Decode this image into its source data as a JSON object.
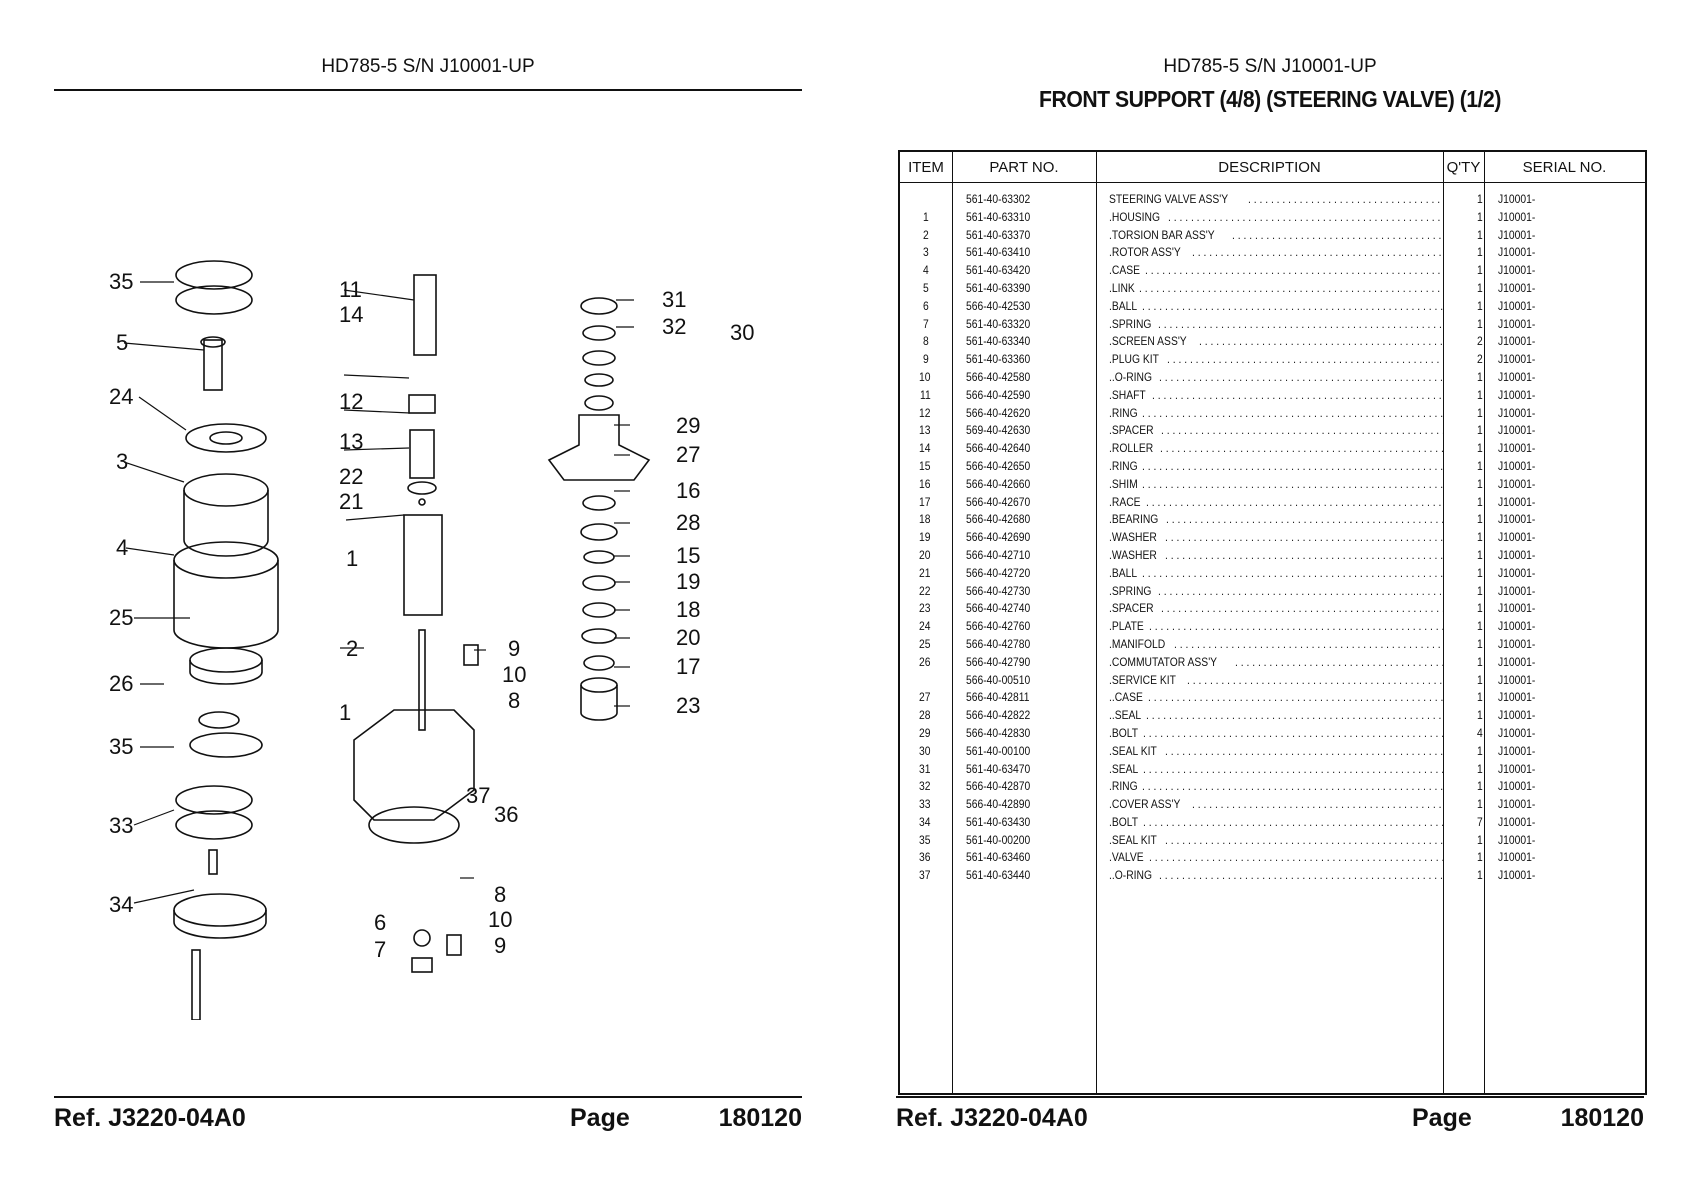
{
  "left_page": {
    "header": "HD785-5 S/N J10001-UP",
    "footer": {
      "ref_label": "Ref.",
      "ref_value": "J3220-04A0",
      "page_label": "Page",
      "page_value": "180120"
    },
    "diagram_callouts": [
      "35",
      "5",
      "24",
      "3",
      "4",
      "25",
      "26",
      "35",
      "33",
      "34",
      "11",
      "14",
      "12",
      "13",
      "22",
      "21",
      "1",
      "2",
      "1",
      "9",
      "10",
      "8",
      "37",
      "36",
      "8",
      "6",
      "10",
      "7",
      "9",
      "31",
      "32",
      "30",
      "29",
      "27",
      "16",
      "28",
      "15",
      "19",
      "18",
      "20",
      "17",
      "23"
    ]
  },
  "right_page": {
    "header": "HD785-5 S/N J10001-UP",
    "section_title": "FRONT SUPPORT (4/8) (STEERING VALVE) (1/2)",
    "footer": {
      "ref_label": "Ref.",
      "ref_value": "J3220-04A0",
      "page_label": "Page",
      "page_value": "180120"
    },
    "table": {
      "columns": [
        "ITEM",
        "PART NO.",
        "DESCRIPTION",
        "Q'TY",
        "SERIAL NO."
      ],
      "rows": [
        {
          "item": "",
          "part": "561-40-63302",
          "desc": "STEERING VALVE ASS'Y",
          "qty": "1",
          "serial": "J10001-"
        },
        {
          "item": "1",
          "part": "561-40-63310",
          "desc": ".HOUSING",
          "qty": "1",
          "serial": "J10001-"
        },
        {
          "item": "2",
          "part": "561-40-63370",
          "desc": ".TORSION BAR ASS'Y",
          "qty": "1",
          "serial": "J10001-"
        },
        {
          "item": "3",
          "part": "561-40-63410",
          "desc": ".ROTOR ASS'Y",
          "qty": "1",
          "serial": "J10001-"
        },
        {
          "item": "4",
          "part": "561-40-63420",
          "desc": ".CASE",
          "qty": "1",
          "serial": "J10001-"
        },
        {
          "item": "5",
          "part": "561-40-63390",
          "desc": ".LINK",
          "qty": "1",
          "serial": "J10001-"
        },
        {
          "item": "6",
          "part": "566-40-42530",
          "desc": ".BALL",
          "qty": "1",
          "serial": "J10001-"
        },
        {
          "item": "7",
          "part": "561-40-63320",
          "desc": ".SPRING",
          "qty": "1",
          "serial": "J10001-"
        },
        {
          "item": "8",
          "part": "561-40-63340",
          "desc": ".SCREEN ASS'Y",
          "qty": "2",
          "serial": "J10001-"
        },
        {
          "item": "9",
          "part": "561-40-63360",
          "desc": ".PLUG KIT",
          "qty": "2",
          "serial": "J10001-"
        },
        {
          "item": "10",
          "part": "566-40-42580",
          "desc": "..O-RING",
          "qty": "1",
          "serial": "J10001-"
        },
        {
          "item": "11",
          "part": "566-40-42590",
          "desc": ".SHAFT",
          "qty": "1",
          "serial": "J10001-"
        },
        {
          "item": "12",
          "part": "566-40-42620",
          "desc": ".RING",
          "qty": "1",
          "serial": "J10001-"
        },
        {
          "item": "13",
          "part": "569-40-42630",
          "desc": ".SPACER",
          "qty": "1",
          "serial": "J10001-"
        },
        {
          "item": "14",
          "part": "566-40-42640",
          "desc": ".ROLLER",
          "qty": "1",
          "serial": "J10001-"
        },
        {
          "item": "15",
          "part": "566-40-42650",
          "desc": ".RING",
          "qty": "1",
          "serial": "J10001-"
        },
        {
          "item": "16",
          "part": "566-40-42660",
          "desc": ".SHIM",
          "qty": "1",
          "serial": "J10001-"
        },
        {
          "item": "17",
          "part": "566-40-42670",
          "desc": ".RACE",
          "qty": "1",
          "serial": "J10001-"
        },
        {
          "item": "18",
          "part": "566-40-42680",
          "desc": ".BEARING",
          "qty": "1",
          "serial": "J10001-"
        },
        {
          "item": "19",
          "part": "566-40-42690",
          "desc": ".WASHER",
          "qty": "1",
          "serial": "J10001-"
        },
        {
          "item": "20",
          "part": "566-40-42710",
          "desc": ".WASHER",
          "qty": "1",
          "serial": "J10001-"
        },
        {
          "item": "21",
          "part": "566-40-42720",
          "desc": ".BALL",
          "qty": "1",
          "serial": "J10001-"
        },
        {
          "item": "22",
          "part": "566-40-42730",
          "desc": ".SPRING",
          "qty": "1",
          "serial": "J10001-"
        },
        {
          "item": "23",
          "part": "566-40-42740",
          "desc": ".SPACER",
          "qty": "1",
          "serial": "J10001-"
        },
        {
          "item": "24",
          "part": "566-40-42760",
          "desc": ".PLATE",
          "qty": "1",
          "serial": "J10001-"
        },
        {
          "item": "25",
          "part": "566-40-42780",
          "desc": ".MANIFOLD",
          "qty": "1",
          "serial": "J10001-"
        },
        {
          "item": "26",
          "part": "566-40-42790",
          "desc": ".COMMUTATOR ASS'Y",
          "qty": "1",
          "serial": "J10001-"
        },
        {
          "item": "",
          "part": "566-40-00510",
          "desc": ".SERVICE KIT",
          "qty": "1",
          "serial": "J10001-"
        },
        {
          "item": "27",
          "part": "566-40-42811",
          "desc": "..CASE",
          "qty": "1",
          "serial": "J10001-"
        },
        {
          "item": "28",
          "part": "566-40-42822",
          "desc": "..SEAL",
          "qty": "1",
          "serial": "J10001-"
        },
        {
          "item": "29",
          "part": "566-40-42830",
          "desc": ".BOLT",
          "qty": "4",
          "serial": "J10001-"
        },
        {
          "item": "30",
          "part": "561-40-00100",
          "desc": ".SEAL KIT",
          "qty": "1",
          "serial": "J10001-"
        },
        {
          "item": "31",
          "part": "561-40-63470",
          "desc": ".SEAL",
          "qty": "1",
          "serial": "J10001-"
        },
        {
          "item": "32",
          "part": "566-40-42870",
          "desc": ".RING",
          "qty": "1",
          "serial": "J10001-"
        },
        {
          "item": "33",
          "part": "566-40-42890",
          "desc": ".COVER ASS'Y",
          "qty": "1",
          "serial": "J10001-"
        },
        {
          "item": "34",
          "part": "561-40-63430",
          "desc": ".BOLT",
          "qty": "7",
          "serial": "J10001-"
        },
        {
          "item": "35",
          "part": "561-40-00200",
          "desc": ".SEAL KIT",
          "qty": "1",
          "serial": "J10001-"
        },
        {
          "item": "36",
          "part": "561-40-63460",
          "desc": ".VALVE",
          "qty": "1",
          "serial": "J10001-"
        },
        {
          "item": "37",
          "part": "561-40-63440",
          "desc": "..O-RING",
          "qty": "1",
          "serial": "J10001-"
        }
      ]
    }
  }
}
